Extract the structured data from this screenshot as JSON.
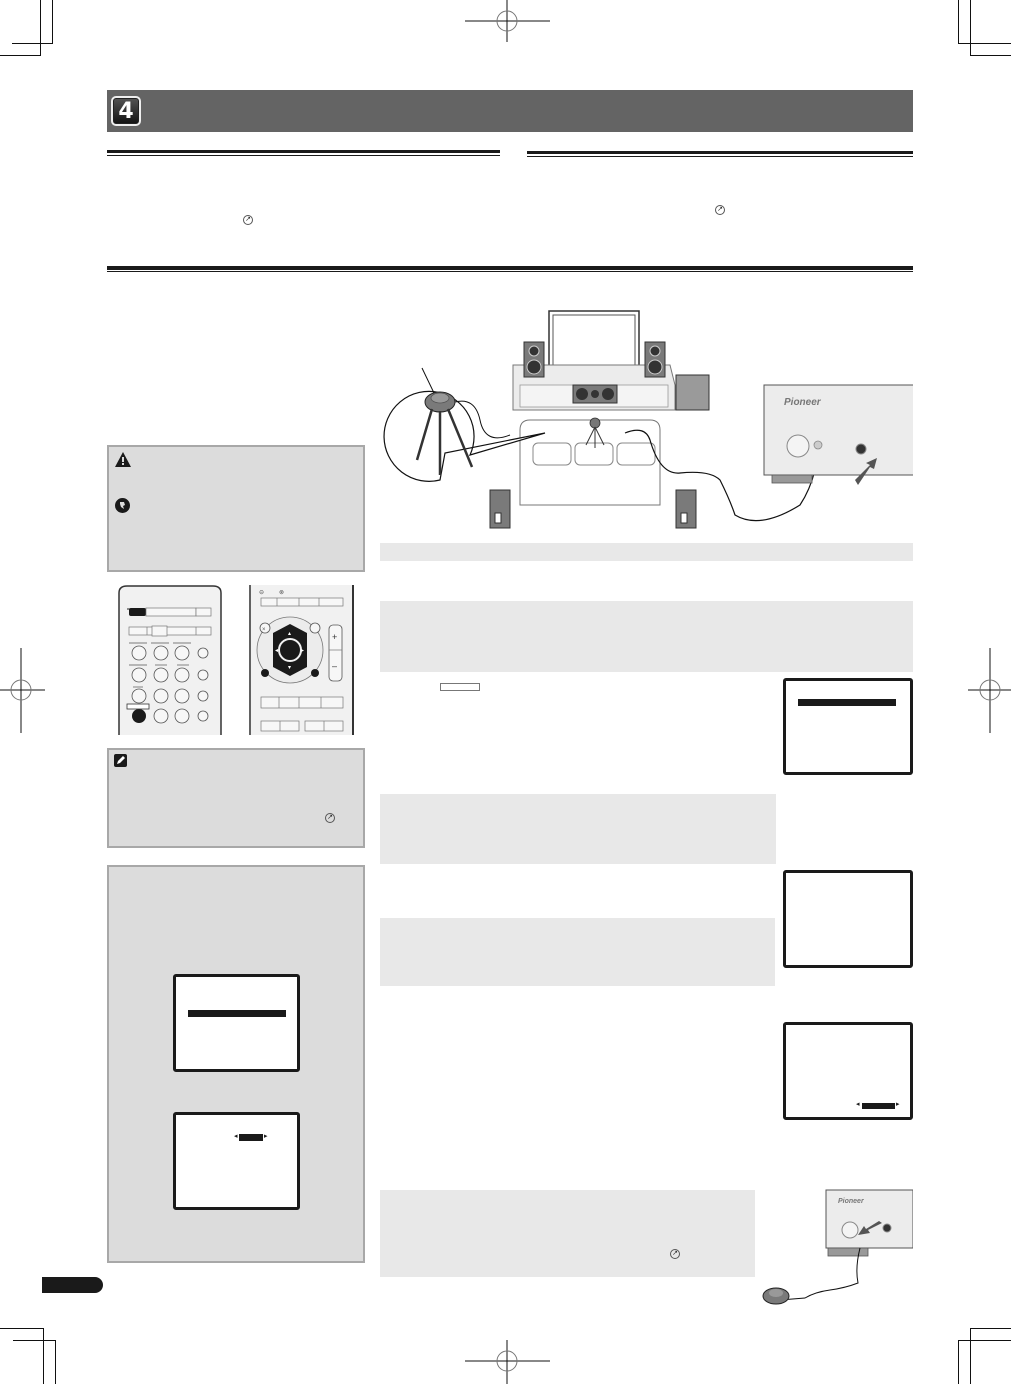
{
  "page": {
    "chapter_number": "4",
    "header_color": "#646464",
    "panel_gray": "#dcdcdc",
    "step_band_gray": "#e8e8e8"
  },
  "illustrations": {
    "room_setup": {
      "brand_logo": "Pioneer",
      "elements": [
        "tv",
        "front-left-speaker",
        "front-right-speaker",
        "center-speaker",
        "subwoofer",
        "sofa",
        "microphone-on-tripod",
        "surround-left-speaker",
        "surround-right-speaker",
        "receiver",
        "mic-cable",
        "insert-arrow"
      ]
    },
    "unplug_mic": {
      "brand_logo": "Pioneer",
      "elements": [
        "receiver",
        "mic-cable",
        "remove-arrow",
        "microphone"
      ]
    },
    "remote_left": {
      "elements": [
        "input-selector-row",
        "button-grid",
        "highlighted-button"
      ]
    },
    "remote_right": {
      "elements": [
        "top-buttons",
        "cursor-pad",
        "enter-button",
        "volume-rocker",
        "transport-buttons"
      ]
    }
  },
  "icons": {
    "caution": "warning-triangle-icon",
    "important": "important-icon",
    "note": "note-pencil-icon",
    "page_ref": "page-reference-icon",
    "page_ref_glyph": "↗"
  }
}
